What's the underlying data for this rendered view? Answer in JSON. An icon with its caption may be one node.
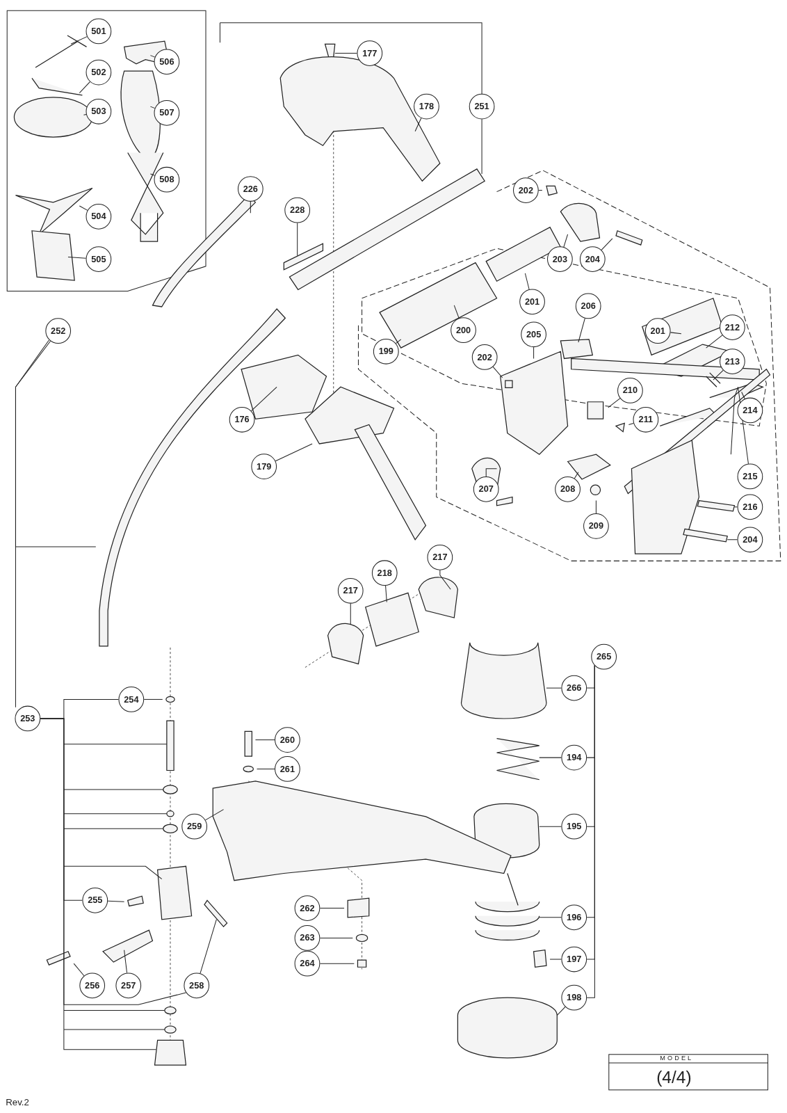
{
  "diagram": {
    "nodes": [
      {
        "text": [
          "501"
        ]
      },
      {
        "text": [
          "506"
        ]
      },
      {
        "text": [
          "502"
        ]
      },
      {
        "text": [
          "503"
        ]
      },
      {
        "text": [
          "507"
        ]
      },
      {
        "text": [
          "508"
        ]
      },
      {
        "text": [
          "504"
        ]
      },
      {
        "text": [
          "505"
        ]
      },
      {
        "text": [
          "177"
        ]
      },
      {
        "text": [
          "178"
        ]
      },
      {
        "text": [
          "251"
        ]
      },
      {
        "text": [
          "228"
        ]
      },
      {
        "text": [
          "226"
        ]
      },
      {
        "text": [
          "202"
        ]
      },
      {
        "text": [
          "203"
        ]
      },
      {
        "text": [
          "204"
        ]
      },
      {
        "text": [
          "201"
        ]
      },
      {
        "text": [
          "200"
        ]
      },
      {
        "text": [
          "206"
        ]
      },
      {
        "text": [
          "201"
        ]
      },
      {
        "text": [
          "212"
        ]
      },
      {
        "text": [
          "199"
        ]
      },
      {
        "text": [
          "205"
        ]
      },
      {
        "text": [
          "202"
        ]
      },
      {
        "text": [
          "213"
        ]
      },
      {
        "text": [
          "210"
        ]
      },
      {
        "text": [
          "211"
        ]
      },
      {
        "text": [
          "214"
        ]
      },
      {
        "text": [
          "252"
        ]
      },
      {
        "text": [
          "176"
        ]
      },
      {
        "text": [
          "179"
        ]
      },
      {
        "text": [
          "207"
        ]
      },
      {
        "text": [
          "208"
        ]
      },
      {
        "text": [
          "209"
        ]
      },
      {
        "text": [
          "215"
        ]
      },
      {
        "text": [
          "216"
        ]
      },
      {
        "text": [
          "204"
        ]
      },
      {
        "text": [
          "217"
        ]
      },
      {
        "text": [
          "218"
        ]
      },
      {
        "text": [
          "217"
        ]
      },
      {
        "text": [
          "265"
        ]
      },
      {
        "text": [
          "266"
        ]
      },
      {
        "text": [
          "254"
        ]
      },
      {
        "text": [
          "253"
        ]
      },
      {
        "text": [
          "260"
        ]
      },
      {
        "text": [
          "261"
        ]
      },
      {
        "text": [
          "194"
        ]
      },
      {
        "text": [
          "195"
        ]
      },
      {
        "text": [
          "259"
        ]
      },
      {
        "text": [
          "255"
        ]
      },
      {
        "text": [
          "262"
        ]
      },
      {
        "text": [
          "196"
        ]
      },
      {
        "text": [
          "263"
        ]
      },
      {
        "text": [
          "264"
        ]
      },
      {
        "text": [
          "197"
        ]
      },
      {
        "text": [
          "256"
        ]
      },
      {
        "text": [
          "257"
        ]
      },
      {
        "text": [
          "258"
        ]
      },
      {
        "text": [
          "198"
        ]
      }
    ],
    "edges": [
      {
        "from": 0,
        "to": null,
        "arrow": "none"
      },
      {
        "from": 1,
        "to": null,
        "arrow": "none"
      },
      {
        "from": 2,
        "to": null,
        "arrow": "none"
      },
      {
        "from": 3,
        "to": null,
        "arrow": "none"
      },
      {
        "from": 4,
        "to": null,
        "arrow": "none"
      },
      {
        "from": 5,
        "to": null,
        "arrow": "none"
      },
      {
        "from": 6,
        "to": null,
        "arrow": "none"
      },
      {
        "from": 7,
        "to": null,
        "arrow": "none"
      },
      {
        "from": 8,
        "to": null,
        "arrow": "none"
      },
      {
        "from": 9,
        "to": null,
        "arrow": "none"
      },
      {
        "from": 10,
        "to": null,
        "arrow": "none"
      },
      {
        "from": 11,
        "to": null,
        "arrow": "none"
      },
      {
        "from": 12,
        "to": null,
        "arrow": "none"
      },
      {
        "from": 13,
        "to": null,
        "arrow": "none"
      },
      {
        "from": 14,
        "to": null,
        "arrow": "none"
      },
      {
        "from": 15,
        "to": null,
        "arrow": "none"
      },
      {
        "from": 16,
        "to": null,
        "arrow": "none"
      },
      {
        "from": 17,
        "to": null,
        "arrow": "none"
      },
      {
        "from": 18,
        "to": null,
        "arrow": "none"
      },
      {
        "from": 19,
        "to": null,
        "arrow": "none"
      },
      {
        "from": 20,
        "to": null,
        "arrow": "none"
      },
      {
        "from": 21,
        "to": null,
        "arrow": "none"
      },
      {
        "from": 22,
        "to": null,
        "arrow": "none"
      },
      {
        "from": 23,
        "to": null,
        "arrow": "none"
      },
      {
        "from": 24,
        "to": null,
        "arrow": "none"
      },
      {
        "from": 25,
        "to": null,
        "arrow": "none"
      },
      {
        "from": 26,
        "to": null,
        "arrow": "none"
      },
      {
        "from": 27,
        "to": null,
        "arrow": "none"
      },
      {
        "from": 28,
        "to": null,
        "arrow": "none"
      },
      {
        "from": 28,
        "to": 43,
        "arrow": "none"
      },
      {
        "from": 29,
        "to": null,
        "arrow": "none"
      },
      {
        "from": 30,
        "to": null,
        "arrow": "none"
      },
      {
        "from": 31,
        "to": null,
        "arrow": "none"
      },
      {
        "from": 32,
        "to": null,
        "arrow": "none"
      },
      {
        "from": 33,
        "to": null,
        "arrow": "none"
      },
      {
        "from": 34,
        "to": null,
        "arrow": "none"
      },
      {
        "from": 35,
        "to": null,
        "arrow": "none"
      },
      {
        "from": 36,
        "to": null,
        "arrow": "none"
      },
      {
        "from": 37,
        "to": null,
        "arrow": "none"
      },
      {
        "from": 38,
        "to": null,
        "arrow": "none"
      },
      {
        "from": 39,
        "to": null,
        "arrow": "none"
      },
      {
        "from": 40,
        "to": 41,
        "arrow": "none"
      },
      {
        "from": 40,
        "to": 46,
        "arrow": "none"
      },
      {
        "from": 40,
        "to": 47,
        "arrow": "none"
      },
      {
        "from": 40,
        "to": 51,
        "arrow": "none"
      },
      {
        "from": 40,
        "to": 54,
        "arrow": "none"
      },
      {
        "from": 40,
        "to": 58,
        "arrow": "none"
      },
      {
        "from": 41,
        "to": null,
        "arrow": "none"
      },
      {
        "from": 42,
        "to": null,
        "arrow": "none"
      },
      {
        "from": 43,
        "to": null,
        "arrow": "none"
      },
      {
        "from": 43,
        "to": 42,
        "arrow": "none"
      },
      {
        "from": 43,
        "to": 49,
        "arrow": "none"
      },
      {
        "from": 43,
        "to": 57,
        "arrow": "none"
      },
      {
        "from": 44,
        "to": null,
        "arrow": "none"
      },
      {
        "from": 45,
        "to": null,
        "arrow": "none"
      },
      {
        "from": 46,
        "to": null,
        "arrow": "none"
      },
      {
        "from": 47,
        "to": null,
        "arrow": "none"
      },
      {
        "from": 48,
        "to": null,
        "arrow": "none"
      },
      {
        "from": 49,
        "to": null,
        "arrow": "none"
      },
      {
        "from": 50,
        "to": null,
        "arrow": "none"
      },
      {
        "from": 51,
        "to": null,
        "arrow": "none"
      },
      {
        "from": 52,
        "to": null,
        "arrow": "none"
      },
      {
        "from": 53,
        "to": null,
        "arrow": "none"
      },
      {
        "from": 54,
        "to": null,
        "arrow": "none"
      },
      {
        "from": 55,
        "to": null,
        "arrow": "none"
      },
      {
        "from": 56,
        "to": null,
        "arrow": "none"
      },
      {
        "from": 57,
        "to": null,
        "arrow": "none"
      },
      {
        "from": 58,
        "to": null,
        "arrow": "none"
      }
    ],
    "labels": [
      "MODEL",
      "(4/4)",
      "Rev.2"
    ]
  }
}
